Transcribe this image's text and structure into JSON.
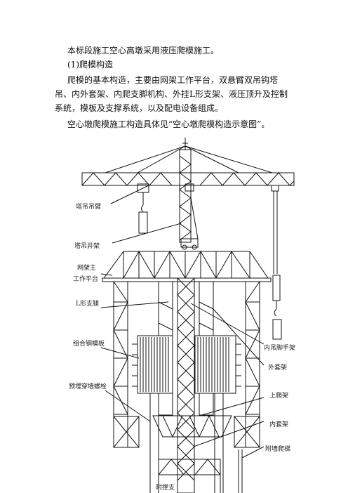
{
  "text": {
    "para1": "本标段施工空心高墩采用液压爬模施工。",
    "heading": "(1)爬模构造",
    "para2": "爬模的基本构造，主要由网架工作平台，双悬臂双吊钩塔吊、内外套架、内爬支脚机构、外挂L形支架、液压顶升及控制系统，模板及支撑系统，以及配电设备组成。",
    "para3": "空心墩爬模施工构造具体见“空心墩爬模构造示意图”。"
  },
  "diagram": {
    "labels": {
      "crane_boom": "塔吊吊臂",
      "crane_mast": "塔吊井架",
      "platform_line1": "网架主",
      "platform_line2": "工作平台",
      "l_bracket": "L形支腿",
      "steel_form": "组合钢模板",
      "tie_bolt": "预埋穿墙螺栓",
      "inner_scaffold": "内吊脚手架",
      "outer_frame": "外套架",
      "upper_climb": "上爬架",
      "inner_frame": "内套架",
      "wall_ladder": "附墙爬梯",
      "support": "附撑支"
    }
  }
}
